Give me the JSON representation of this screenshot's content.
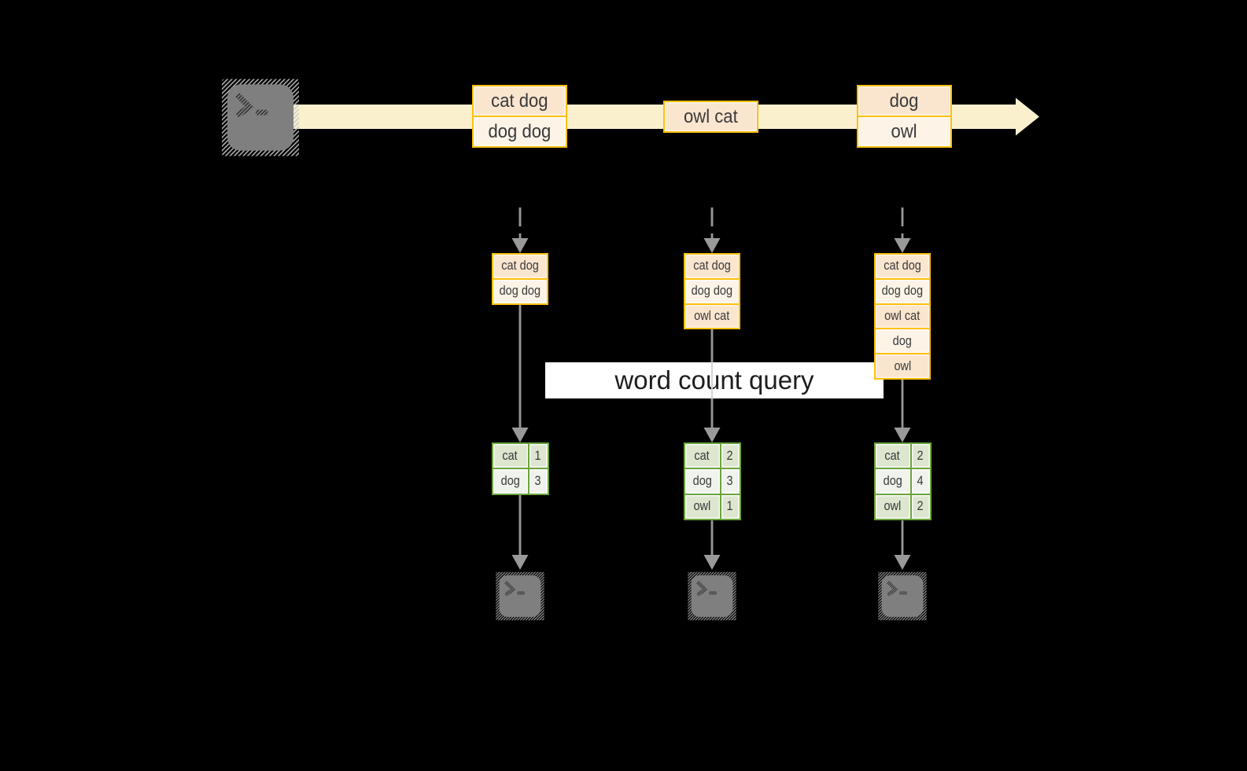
{
  "diagram": {
    "background": "#000000",
    "query_label": "word count query",
    "stream": {
      "direction": "right",
      "record_boxes": [
        {
          "rows": [
            "cat dog",
            "dog dog"
          ]
        },
        {
          "rows": [
            "owl cat"
          ]
        },
        {
          "rows": [
            "dog",
            "owl"
          ]
        }
      ]
    },
    "columns": [
      {
        "snapshot_rows": [
          "cat dog",
          "dog dog"
        ],
        "result_rows": [
          [
            "cat",
            "1"
          ],
          [
            "dog",
            "3"
          ]
        ]
      },
      {
        "snapshot_rows": [
          "cat dog",
          "dog dog",
          "owl cat"
        ],
        "result_rows": [
          [
            "cat",
            "2"
          ],
          [
            "dog",
            "3"
          ],
          [
            "owl",
            "1"
          ]
        ]
      },
      {
        "snapshot_rows": [
          "cat dog",
          "dog dog",
          "owl cat",
          "dog",
          "owl"
        ],
        "result_rows": [
          [
            "cat",
            "2"
          ],
          [
            "dog",
            "4"
          ],
          [
            "owl",
            "2"
          ]
        ]
      }
    ],
    "icons": {
      "terminal": "terminal-prompt"
    },
    "colors": {
      "gold_border": "#FFC008",
      "peach_dark": "#FAE5CE",
      "peach_light": "#FDF3E7",
      "cream_stream": "#FAF0CE",
      "green_border": "#6CA43C",
      "green_dark": "#DDE6CF",
      "green_light": "#F0F3EB",
      "arrow_gray": "#999999",
      "icon_gray": "#7F7F7F",
      "text_dark": "#3A3A3A",
      "query_band_bg": "#FFFFFF"
    }
  }
}
